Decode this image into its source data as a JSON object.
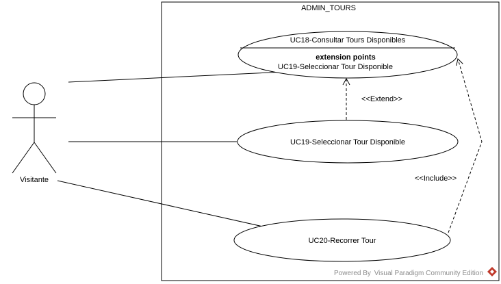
{
  "system": {
    "name": "ADMIN_TOURS"
  },
  "actor": {
    "name": "Visitante"
  },
  "use_cases": {
    "uc18": {
      "name": "UC18-Consultar Tours Disponibles",
      "extension_heading": "extension points",
      "extension_point": "UC19-Seleccionar Tour Disponible"
    },
    "uc19": {
      "name": "UC19-Seleccionar Tour Disponible"
    },
    "uc20": {
      "name": "UC20-Recorrer Tour"
    }
  },
  "relationships": {
    "extend_label": "<<Extend>>",
    "include_label": "<<Include>>"
  },
  "watermark": {
    "text": "Powered By  Visual Paradigm Community Edition"
  },
  "colors": {
    "stroke": "#000000",
    "fill": "#ffffff",
    "watermark": "#8c8c8c",
    "logo": "#c0392b"
  }
}
